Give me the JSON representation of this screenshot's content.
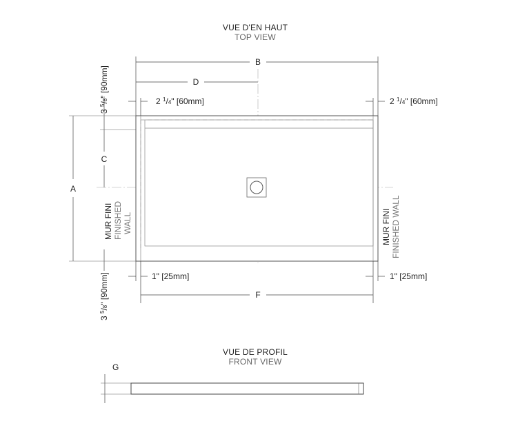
{
  "top_view": {
    "title_fr": "VUE D'EN HAUT",
    "title_en": "TOP VIEW"
  },
  "front_view": {
    "title_fr": "VUE DE PROFIL",
    "title_en": "FRONT VIEW"
  },
  "dimensions": {
    "a": "A",
    "b": "B",
    "c": "C",
    "d": "D",
    "f": "F",
    "g": "G",
    "left_offset": {
      "main": "2 ",
      "num": "1",
      "slash": "/",
      "den": "4",
      "rest": "\" [60mm]"
    },
    "right_offset": {
      "main": "2 ",
      "num": "1",
      "slash": "/",
      "den": "4",
      "rest": "\" [60mm]"
    },
    "top_offset": {
      "main": "3 ",
      "num": "5",
      "slash": "/",
      "den": "8",
      "rest": "\" [90mm]"
    },
    "bottom_offset": {
      "main": "3 ",
      "num": "5",
      "slash": "/",
      "den": "8",
      "rest": "\" [90mm]"
    },
    "left_margin": "1\" [25mm]",
    "right_margin": "1\" [25mm]"
  },
  "walls": {
    "left_fr": "MUR FINI",
    "left_en": "FINISHED",
    "left_en2": "WALL",
    "right_fr": "MUR FINI",
    "right_en": "FINISHED WALL"
  }
}
